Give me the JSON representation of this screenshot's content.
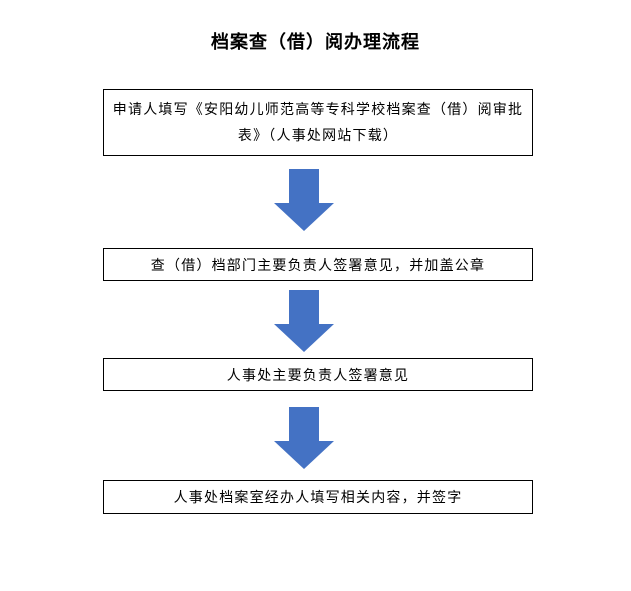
{
  "title": "档案查（借）阅办理流程",
  "steps": [
    {
      "text": "申请人填写《安阳幼儿师范高等专科学校档案查（借）阅审批表》（人事处网站下载）"
    },
    {
      "text": "查（借）档部门主要负责人签署意见，并加盖公章"
    },
    {
      "text": "人事处主要负责人签署意见"
    },
    {
      "text": "人事处档案室经办人填写相关内容，并签字"
    }
  ],
  "colors": {
    "arrow": "#4472C4",
    "border": "#000000",
    "text": "#000000",
    "background": "#FFFFFF"
  },
  "icons": {
    "connector": "down-arrow-icon"
  }
}
